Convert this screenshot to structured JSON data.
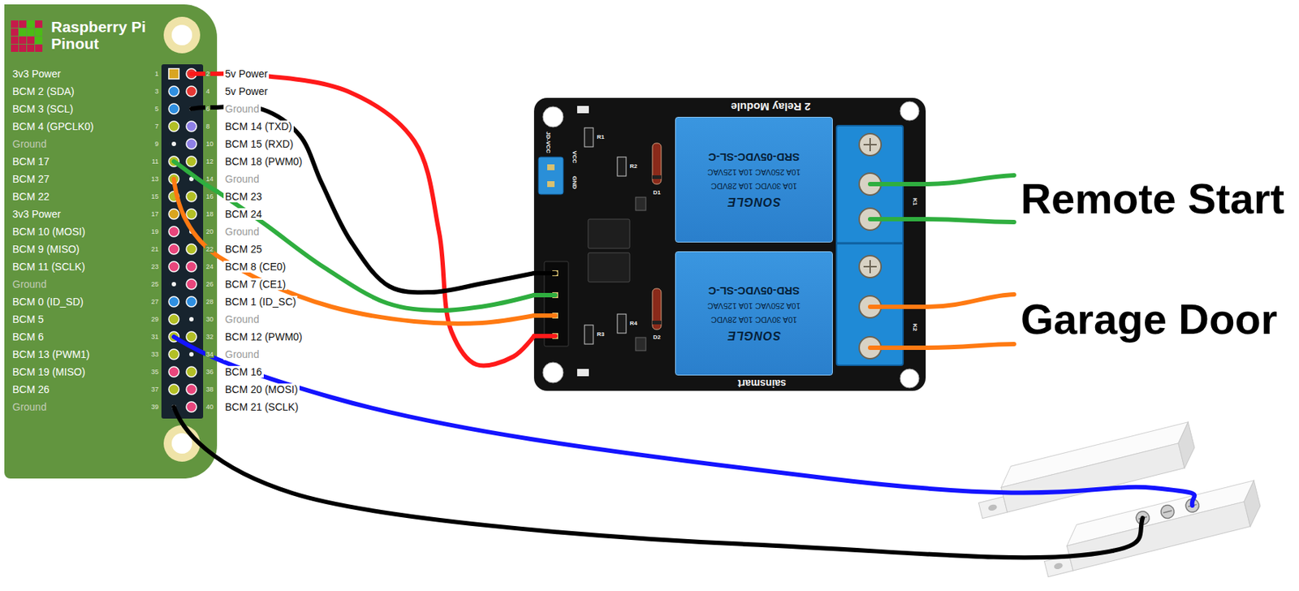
{
  "diagram": {
    "nodes": [
      {
        "text": [
          "Raspberry Pi Pinout"
        ]
      },
      {
        "text": [
          "2 Relay Module",
          "sainsmart"
        ]
      },
      {
        "text": [
          "SRD-05VDC-SL-C",
          "10A 250VAC 10A 125VAC",
          "10A 30VDC 10A 28VDC",
          "SONGLE"
        ],
        "in": 1
      },
      {
        "text": [
          "SRD-05VDC-SL-C",
          "10A 250VAC 10A 125VAC",
          "10A 30VDC 10A 28VDC",
          "SONGLE"
        ],
        "in": 1
      }
    ],
    "edges": [
      {
        "from": 0,
        "to": 1,
        "arrow": "none"
      },
      {
        "from": 0,
        "to": 1,
        "arrow": "none"
      },
      {
        "from": 0,
        "to": 1,
        "arrow": "none"
      },
      {
        "from": 0,
        "to": 1,
        "arrow": "none"
      }
    ],
    "labels": [
      "3v3 Power",
      "BCM 2 (SDA)",
      "BCM 3 (SCL)",
      "BCM 4 (GPCLK0)",
      "Ground",
      "BCM 17",
      "BCM 27",
      "BCM 22",
      "3v3 Power",
      "BCM 10 (MOSI)",
      "BCM 9 (MISO)",
      "BCM 11 (SCLK)",
      "Ground",
      "BCM 0 (ID_SD)",
      "BCM 5",
      "BCM 6",
      "BCM 13 (PWM1)",
      "BCM 19 (MISO)",
      "BCM 26",
      "Ground",
      "1",
      "3",
      "5",
      "7",
      "9",
      "11",
      "13",
      "15",
      "17",
      "19",
      "21",
      "23",
      "25",
      "27",
      "29",
      "31",
      "33",
      "35",
      "37",
      "39",
      "2",
      "4",
      "6",
      "8",
      "10",
      "12",
      "14",
      "16",
      "18",
      "20",
      "22",
      "24",
      "26",
      "28",
      "30",
      "32",
      "34",
      "36",
      "38",
      "40",
      "5v Power",
      "5v Power",
      "Ground",
      "BCM 14 (TXD)",
      "BCM 15 (RXD)",
      "BCM 18 (PWM0)",
      "Ground",
      "BCM 23",
      "BCM 24",
      "Ground",
      "BCM 25",
      "BCM 8 (CE0)",
      "BCM 7 (CE1)",
      "BCM 1 (ID_SC)",
      "Ground",
      "BCM 12 (PWM0)",
      "Ground",
      "BCM 16",
      "BCM 20 (MOSI)",
      "BCM 21 (SCLK)",
      "Remote Start",
      "Garage Door",
      "JD-VCC",
      "VCC",
      "GND",
      "R1",
      "R2",
      "R3",
      "R4",
      "D1",
      "D2",
      "K1",
      "K2"
    ]
  }
}
